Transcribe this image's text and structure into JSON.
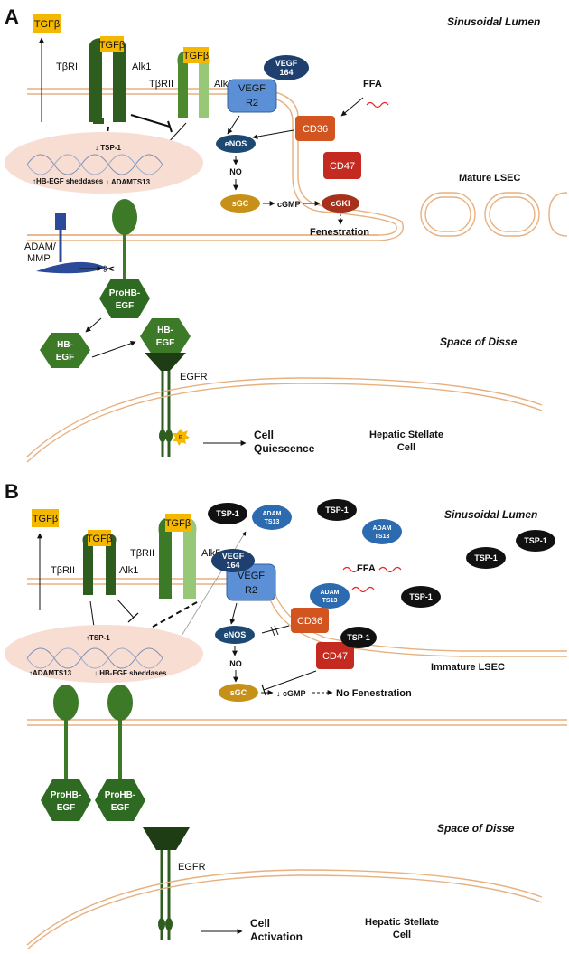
{
  "panel_a": {
    "letter": "A",
    "region_lumen": "Sinusoidal Lumen",
    "region_disse": "Space of Disse",
    "cell_lsec": "Mature LSEC",
    "cell_hsc_line1": "Hepatic Stellate",
    "cell_hsc_line2": "Cell",
    "tgfb_free": "TGFβ",
    "tgfb_r1": "TGFβ",
    "tgfb_r2": "TGFβ",
    "tbrii_1": "TβRII",
    "alk1": "Alk1",
    "tbrii_2": "TβRII",
    "alk5": "Alk5",
    "vegf_line1": "VEGF",
    "vegf_line2": "164",
    "vegfr2_line1": "VEGF",
    "vegfr2_line2": "R2",
    "ffa": "FFA",
    "cd36": "CD36",
    "cd47": "CD47",
    "enos": "eNOS",
    "no": "NO",
    "sgc": "sGC",
    "cgmp": "cGMP",
    "cgki": "cGKI",
    "fenestration": "Fenestration",
    "tsp1": "TSP-1",
    "hbegf_sheddases": "HB-EGF sheddases",
    "adamts13": "ADAMTS13",
    "adam_mmp_line1": "ADAM/",
    "adam_mmp_line2": "MMP",
    "prohbegf_line1": "ProHB-",
    "prohbegf_line2": "EGF",
    "hbegf_free_line1": "HB-",
    "hbegf_free_line2": "EGF",
    "hbegf_bound_line1": "HB-",
    "hbegf_bound_line2": "EGF",
    "egfr": "EGFR",
    "phospho": "P",
    "outcome_line1": "Cell",
    "outcome_line2": "Quiescence"
  },
  "panel_b": {
    "letter": "B",
    "region_lumen": "Sinusoidal Lumen",
    "region_disse": "Space of Disse",
    "cell_lsec": "Immature LSEC",
    "cell_hsc_line1": "Hepatic Stellate",
    "cell_hsc_line2": "Cell",
    "tgfb_free": "TGFβ",
    "tgfb_r1": "TGFβ",
    "tgfb_r2": "TGFβ",
    "tbrii_1": "TβRII",
    "alk1": "Alk1",
    "tbrii_2": "TβRII",
    "alk5": "Alk5",
    "tsp1": "TSP-1",
    "adamts_line1": "ADAM",
    "adamts_line2": "TS13",
    "vegf_line1": "VEGF",
    "vegf_line2": "164",
    "vegfr2_line1": "VEGF",
    "vegfr2_line2": "R2",
    "ffa": "FFA",
    "cd36": "CD36",
    "cd47": "CD47",
    "enos": "eNOS",
    "no": "NO",
    "sgc": "sGC",
    "cgmp": "cGMP",
    "no_fenestration": "No Fenestration",
    "nucleus_tsp1": "TSP-1",
    "adamts13": "ADAMTS13",
    "hbegf_sheddases": "HB-EGF sheddases",
    "prohbegf_line1": "ProHB-",
    "prohbegf_line2": "EGF",
    "egfr": "EGFR",
    "outcome_line1": "Cell",
    "outcome_line2": "Activation"
  },
  "colors": {
    "membrane": "#e7b07f",
    "nucleus": "#f8ddd3",
    "tgfb": "#f5b800",
    "receptor_dark": "#2f5d1f",
    "receptor_mid": "#4d8a2d",
    "receptor_light": "#96c878",
    "vegf": "#1f3f6e",
    "vegfr2": "#5b8fd6",
    "cd36": "#d2541f",
    "cd47": "#c42a1f",
    "enos": "#1c4872",
    "sgc": "#c79019",
    "cgki": "#a7301c",
    "adamts": "#2d6bb0",
    "tsp1": "#111111"
  }
}
